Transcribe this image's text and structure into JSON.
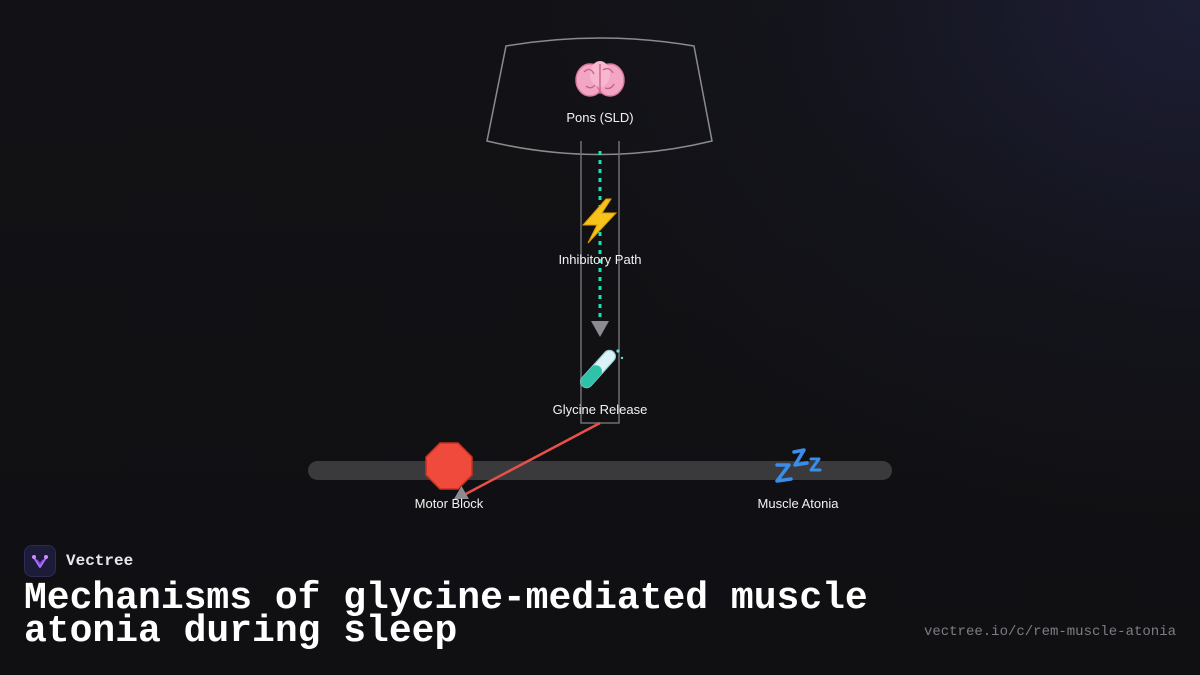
{
  "diagram": {
    "nodes": {
      "pons": {
        "label": "Pons (SLD)",
        "icon": "brain-icon"
      },
      "inhibitory_path": {
        "label": "Inhibitory Path",
        "icon": "lightning-icon"
      },
      "glycine_release": {
        "label": "Glycine Release",
        "icon": "test-tube-icon"
      },
      "motor_block": {
        "label": "Motor Block",
        "icon": "stop-sign-icon"
      },
      "muscle_atonia": {
        "label": "Muscle Atonia",
        "icon": "zzz-icon"
      }
    },
    "colors": {
      "dotted_path": "#19e3b0",
      "inhibition_line": "#e8504a",
      "outline": "#8a8a90",
      "track": "#3a3a3d"
    }
  },
  "footer": {
    "brand": "Vectree",
    "title": "Mechanisms of glycine-mediated muscle atonia during sleep",
    "url": "vectree.io/c/rem-muscle-atonia"
  }
}
